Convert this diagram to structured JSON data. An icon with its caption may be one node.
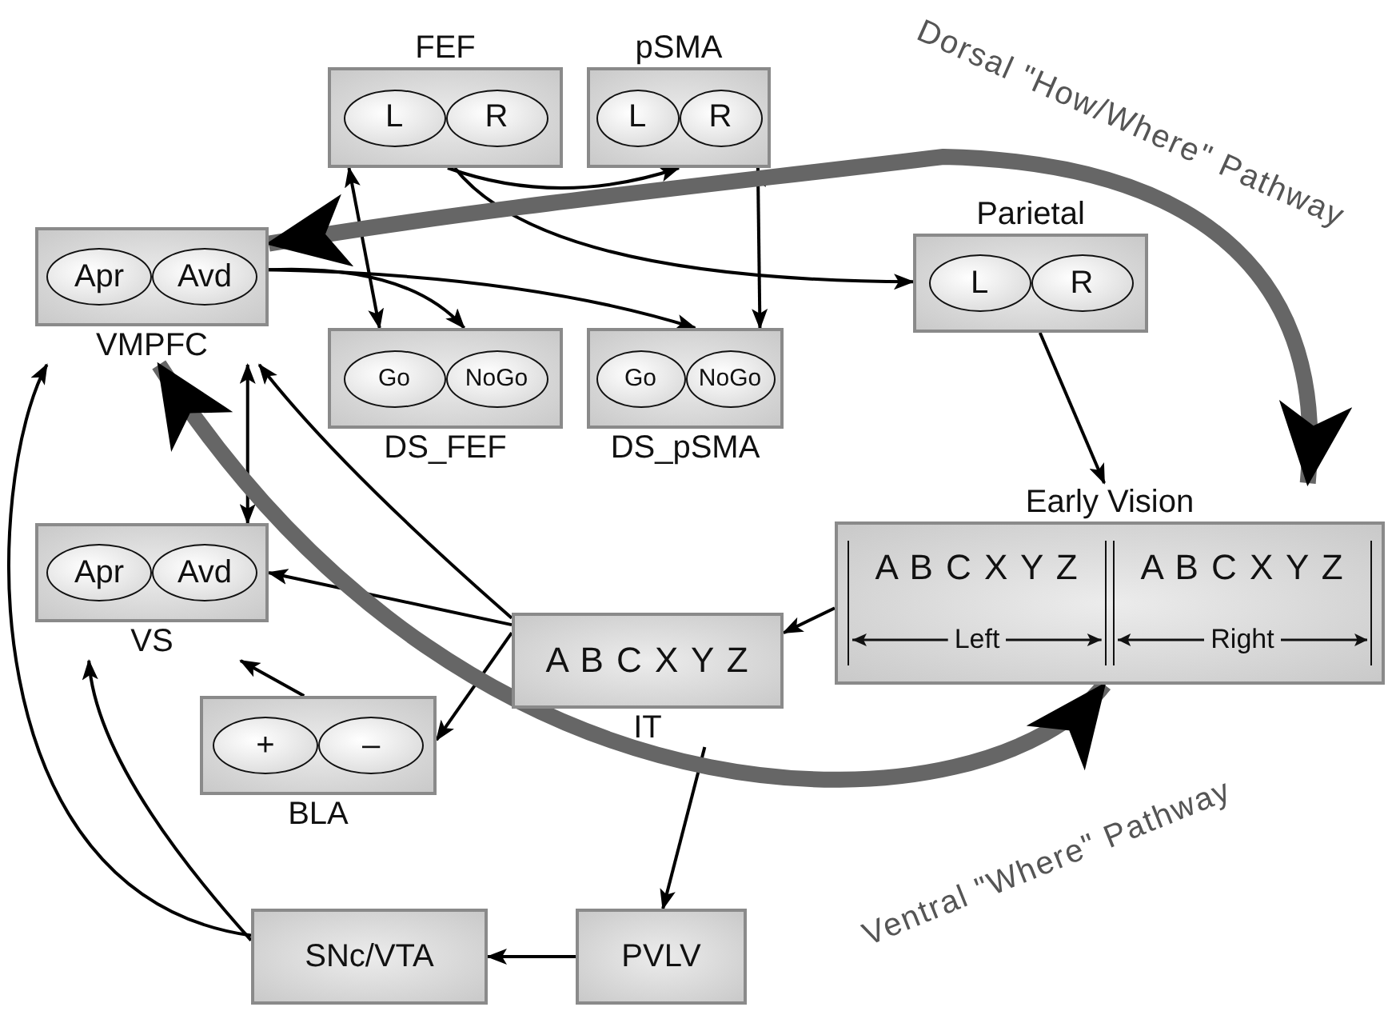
{
  "diagram": {
    "nodes": [
      {
        "text": [
          "FEF"
        ]
      },
      {
        "text": [
          "L"
        ],
        "in": 0
      },
      {
        "text": [
          "R"
        ],
        "in": 0
      },
      {
        "text": [
          "pSMA"
        ]
      },
      {
        "text": [
          "L"
        ],
        "in": 3
      },
      {
        "text": [
          "R"
        ],
        "in": 3
      },
      {
        "text": [
          "VMPFC"
        ]
      },
      {
        "text": [
          "Apr"
        ],
        "in": 6
      },
      {
        "text": [
          "Avd"
        ],
        "in": 6
      },
      {
        "text": [
          "Parietal"
        ]
      },
      {
        "text": [
          "L"
        ],
        "in": 9
      },
      {
        "text": [
          "R"
        ],
        "in": 9
      },
      {
        "text": [
          "DS_FEF"
        ]
      },
      {
        "text": [
          "Go"
        ],
        "in": 12
      },
      {
        "text": [
          "NoGo"
        ],
        "in": 12
      },
      {
        "text": [
          "DS_pSMA"
        ]
      },
      {
        "text": [
          "Go"
        ],
        "in": 15
      },
      {
        "text": [
          "NoGo"
        ],
        "in": 15
      },
      {
        "text": [
          "VS"
        ]
      },
      {
        "text": [
          "Apr"
        ],
        "in": 18
      },
      {
        "text": [
          "Avd"
        ],
        "in": 18
      },
      {
        "text": [
          "Early Vision",
          "A B C X Y Z",
          "A B C X Y Z",
          "Left",
          "Right"
        ]
      },
      {
        "text": [
          "A B C X Y Z",
          "IT"
        ]
      },
      {
        "text": [
          "BLA"
        ]
      },
      {
        "text": [
          "+"
        ],
        "in": 23
      },
      {
        "text": [
          "–"
        ],
        "in": 23
      },
      {
        "text": [
          "SNc/VTA"
        ]
      },
      {
        "text": [
          "PVLV"
        ]
      }
    ],
    "edges": [
      {
        "from": 0,
        "to": 12,
        "arrow": "both"
      },
      {
        "from": 3,
        "to": 15,
        "arrow": "both"
      },
      {
        "from": 0,
        "to": 3,
        "arrow": "to"
      },
      {
        "from": 0,
        "to": 9,
        "arrow": "to"
      },
      {
        "from": 6,
        "to": 12,
        "arrow": "to"
      },
      {
        "from": 6,
        "to": 15,
        "arrow": "to"
      },
      {
        "from": 6,
        "to": 18,
        "arrow": "both"
      },
      {
        "from": 9,
        "to": 21,
        "arrow": "to"
      },
      {
        "from": 21,
        "to": 22,
        "arrow": "to"
      },
      {
        "from": 22,
        "to": 18,
        "arrow": "to"
      },
      {
        "from": 22,
        "to": 6,
        "arrow": "to"
      },
      {
        "from": 22,
        "to": 23,
        "arrow": "to"
      },
      {
        "from": 23,
        "to": 18,
        "arrow": "to"
      },
      {
        "from": 22,
        "to": 27,
        "arrow": "to"
      },
      {
        "from": 27,
        "to": 26,
        "arrow": "to"
      },
      {
        "from": 26,
        "to": 6,
        "arrow": "to"
      },
      {
        "from": 26,
        "to": 18,
        "arrow": "to"
      },
      {
        "from": 6,
        "to": 21,
        "arrow": "both",
        "style": "thick",
        "color": "#666666",
        "label": "Dorsal \"How/Where\" Pathway"
      },
      {
        "from": 6,
        "to": 21,
        "arrow": "both",
        "style": "thick",
        "color": "#666666",
        "label": "Ventral \"Where\" Pathway"
      }
    ]
  }
}
